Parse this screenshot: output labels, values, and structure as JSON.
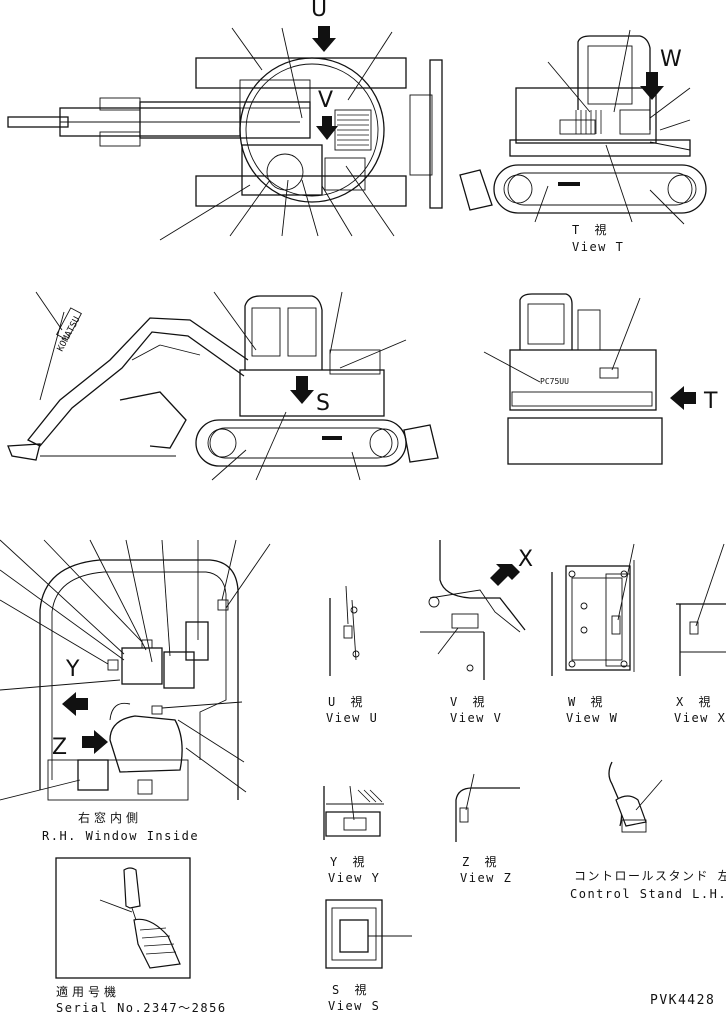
{
  "drawing_id": "PVK4428",
  "view_letters": {
    "u": "U",
    "v": "V",
    "w": "W",
    "s": "S",
    "t": "T",
    "x": "X",
    "y": "Y",
    "z": "Z"
  },
  "views": {
    "t": {
      "jp": "T 視",
      "en": "View T"
    },
    "u": {
      "jp": "U 視",
      "en": "View U"
    },
    "v": {
      "jp": "V 視",
      "en": "View V"
    },
    "w": {
      "jp": "W 視",
      "en": "View W"
    },
    "x": {
      "jp": "X 視",
      "en": "View X"
    },
    "y": {
      "jp": "Y 視",
      "en": "View Y"
    },
    "z": {
      "jp": "Z 視",
      "en": "View Z"
    },
    "s": {
      "jp": "S 視",
      "en": "View S"
    }
  },
  "rh_window": {
    "jp": "右窓内側",
    "en": "R.H. Window Inside"
  },
  "control_stand": {
    "jp": "コントロールスタンド 左",
    "en": "Control Stand L.H."
  },
  "serial": {
    "jp": "適用号機",
    "en": "Serial No.2347～2856"
  },
  "decal_text": {
    "boom": "KOMATSU",
    "rear": "PC75UU"
  },
  "colors": {
    "line": "#111111",
    "background": "#ffffff"
  }
}
